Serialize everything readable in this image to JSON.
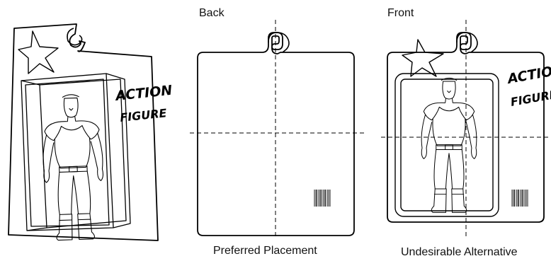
{
  "panels": {
    "back_label": "Back",
    "front_label": "Front"
  },
  "package_art": {
    "title_line1": "ACTION",
    "title_line2": "FIGURE"
  },
  "captions": {
    "preferred": "Preferred Placement",
    "undesirable": "Undesirable Alternative"
  }
}
